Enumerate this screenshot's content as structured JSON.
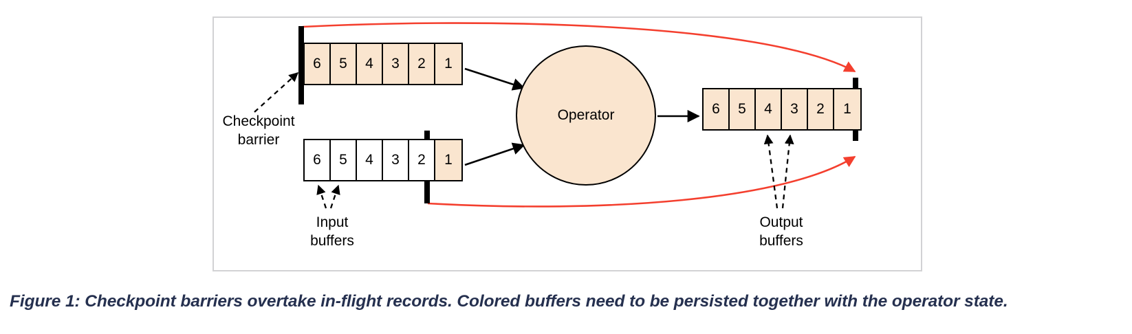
{
  "figure": {
    "caption": "Figure 1: Checkpoint barriers overtake in-flight records. Colored buffers need to be persisted together with the operator state."
  },
  "colors": {
    "buffer_fill": "#fae5cf",
    "buffer_empty": "#ffffff",
    "stroke": "#000000",
    "barrier": "#000000",
    "checkpoint_arrow": "#f43f2e",
    "frame_border": "#d2d2d4",
    "caption_text": "#25304f"
  },
  "diagram": {
    "operator": {
      "label": "Operator"
    },
    "rows": {
      "input_top": {
        "name": "input-buffer-top",
        "cells": [
          {
            "label": "6",
            "filled": true
          },
          {
            "label": "5",
            "filled": true
          },
          {
            "label": "4",
            "filled": true
          },
          {
            "label": "3",
            "filled": true
          },
          {
            "label": "2",
            "filled": true
          },
          {
            "label": "1",
            "filled": true
          }
        ]
      },
      "input_bottom": {
        "name": "input-buffer-bottom",
        "cells": [
          {
            "label": "6",
            "filled": false
          },
          {
            "label": "5",
            "filled": false
          },
          {
            "label": "4",
            "filled": false
          },
          {
            "label": "3",
            "filled": false
          },
          {
            "label": "2",
            "filled": false
          },
          {
            "label": "1",
            "filled": true
          }
        ]
      },
      "output": {
        "name": "output-buffer",
        "cells": [
          {
            "label": "6",
            "filled": true
          },
          {
            "label": "5",
            "filled": true
          },
          {
            "label": "4",
            "filled": true
          },
          {
            "label": "3",
            "filled": true
          },
          {
            "label": "2",
            "filled": true
          },
          {
            "label": "1",
            "filled": true
          }
        ]
      }
    },
    "barriers": [
      {
        "name": "checkpoint-barrier-top",
        "position": "left-of-top-input-row"
      },
      {
        "name": "checkpoint-barrier-bottom",
        "position": "before-last-cell-of-bottom-input-row"
      },
      {
        "name": "checkpoint-barrier-output",
        "position": "right-of-output-row"
      }
    ],
    "labels": {
      "checkpoint_barrier": "Checkpoint\nbarrier",
      "input_buffers": "Input\nbuffers",
      "output_buffers": "Output\nbuffers"
    }
  }
}
